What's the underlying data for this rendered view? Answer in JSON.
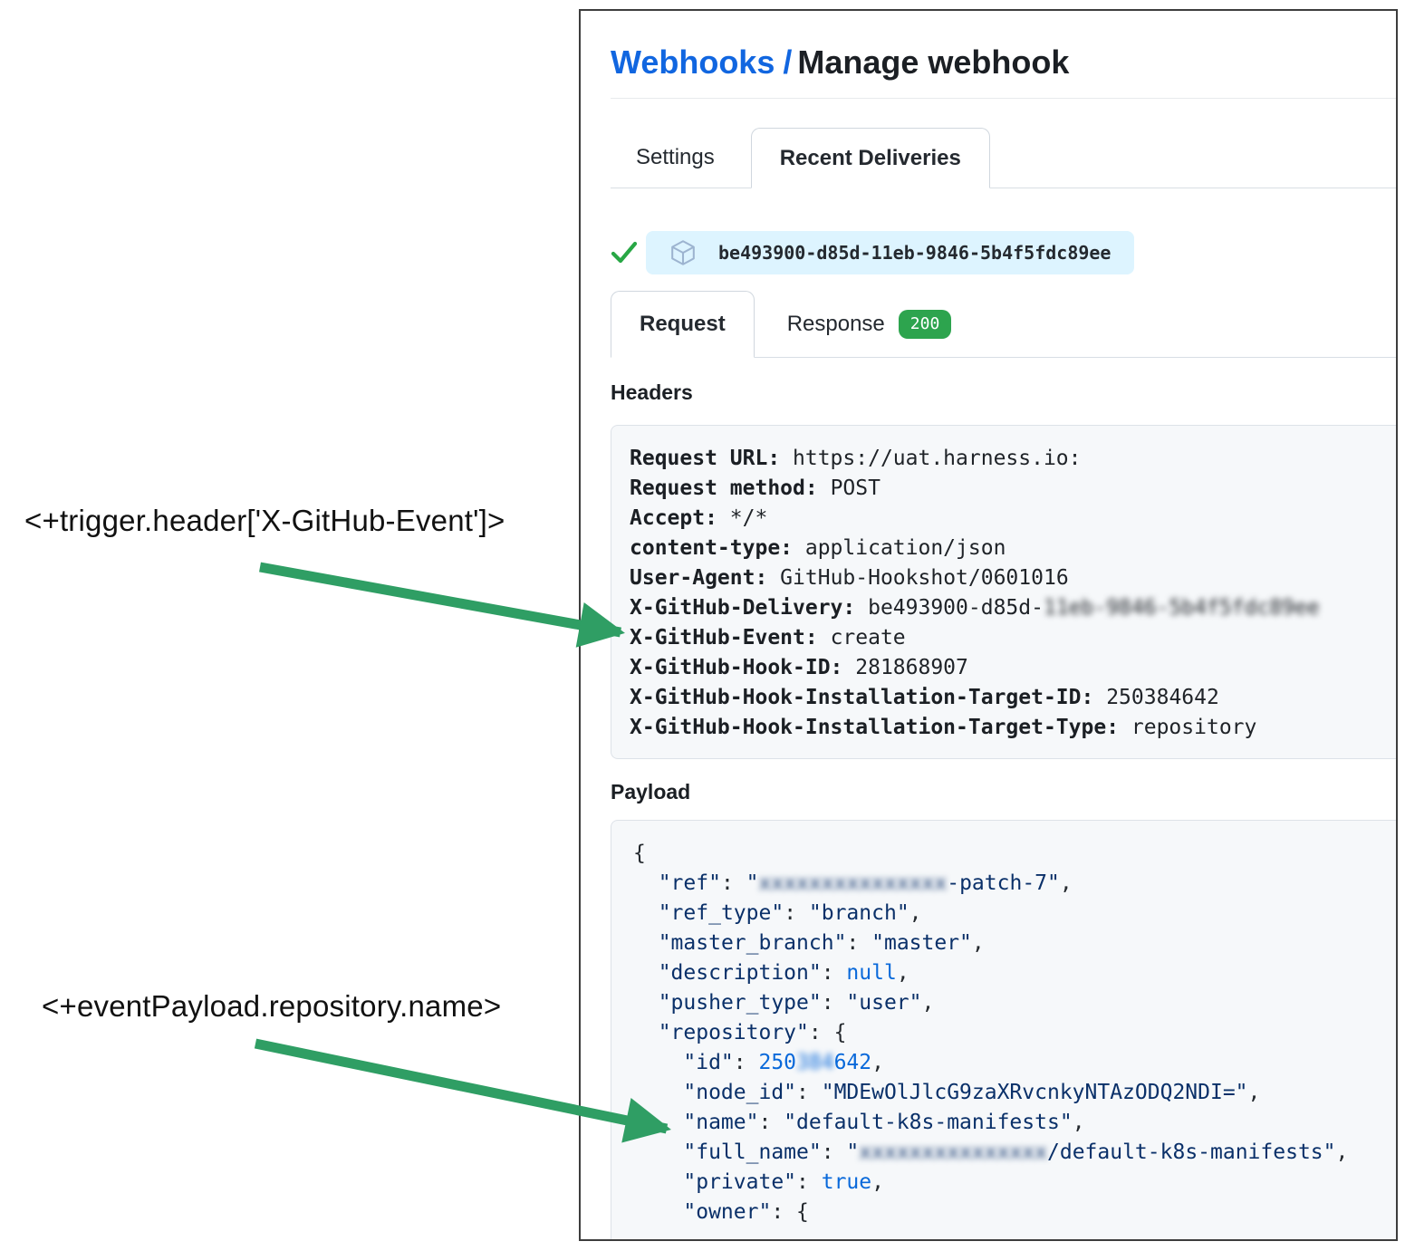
{
  "annotations": {
    "expr1": "<+trigger.header['X-GitHub-Event']>",
    "expr2": "<+eventPayload.repository.name>"
  },
  "panel": {
    "breadcrumb": {
      "link": "Webhooks",
      "separator": "/",
      "current": "Manage webhook"
    },
    "tabs": [
      {
        "label": "Settings",
        "active": false
      },
      {
        "label": "Recent Deliveries",
        "active": true
      }
    ],
    "delivery": {
      "status_icon": "check-icon",
      "item_icon": "package-icon",
      "guid": "be493900-d85d-11eb-9846-5b4f5fdc89ee"
    },
    "subtabs": [
      {
        "label": "Request",
        "active": true
      },
      {
        "label": "Response",
        "active": false,
        "badge": "200"
      }
    ],
    "headers_section": {
      "title": "Headers",
      "lines": [
        {
          "label": "Request URL:",
          "value": "https://uat.harness.io:"
        },
        {
          "label": "Request method:",
          "value": "POST"
        },
        {
          "label": "Accept:",
          "value": "*/*"
        },
        {
          "label": "content-type:",
          "value": "application/json"
        },
        {
          "label": "User-Agent:",
          "value": "GitHub-Hookshot/0601016"
        },
        {
          "label": "X-GitHub-Delivery:",
          "value": "be493900-d85d-",
          "redacted": "11eb-9846-5b4f5fdc89ee"
        },
        {
          "label": "X-GitHub-Event:",
          "value": "create"
        },
        {
          "label": "X-GitHub-Hook-ID:",
          "value": "281868907"
        },
        {
          "label": "X-GitHub-Hook-Installation-Target-ID:",
          "value": "250384642"
        },
        {
          "label": "X-GitHub-Hook-Installation-Target-Type:",
          "value": "repository"
        }
      ]
    },
    "payload_section": {
      "title": "Payload",
      "lines": [
        [
          {
            "t": "{",
            "c": "p"
          }
        ],
        [
          {
            "t": "  ",
            "c": "p"
          },
          {
            "t": "\"ref\"",
            "c": "k"
          },
          {
            "t": ": ",
            "c": "p"
          },
          {
            "t": "\"",
            "c": "k"
          },
          {
            "t": "xxxxxxxxxxxxxxx",
            "c": "k r"
          },
          {
            "t": "-patch-7\"",
            "c": "k"
          },
          {
            "t": ",",
            "c": "p"
          }
        ],
        [
          {
            "t": "  ",
            "c": "p"
          },
          {
            "t": "\"ref_type\"",
            "c": "k"
          },
          {
            "t": ": ",
            "c": "p"
          },
          {
            "t": "\"branch\"",
            "c": "k"
          },
          {
            "t": ",",
            "c": "p"
          }
        ],
        [
          {
            "t": "  ",
            "c": "p"
          },
          {
            "t": "\"master_branch\"",
            "c": "k"
          },
          {
            "t": ": ",
            "c": "p"
          },
          {
            "t": "\"master\"",
            "c": "k"
          },
          {
            "t": ",",
            "c": "p"
          }
        ],
        [
          {
            "t": "  ",
            "c": "p"
          },
          {
            "t": "\"description\"",
            "c": "k"
          },
          {
            "t": ": ",
            "c": "p"
          },
          {
            "t": "null",
            "c": "n"
          },
          {
            "t": ",",
            "c": "p"
          }
        ],
        [
          {
            "t": "  ",
            "c": "p"
          },
          {
            "t": "\"pusher_type\"",
            "c": "k"
          },
          {
            "t": ": ",
            "c": "p"
          },
          {
            "t": "\"user\"",
            "c": "k"
          },
          {
            "t": ",",
            "c": "p"
          }
        ],
        [
          {
            "t": "  ",
            "c": "p"
          },
          {
            "t": "\"repository\"",
            "c": "k"
          },
          {
            "t": ": {",
            "c": "p"
          }
        ],
        [
          {
            "t": "    ",
            "c": "p"
          },
          {
            "t": "\"id\"",
            "c": "k"
          },
          {
            "t": ": ",
            "c": "p"
          },
          {
            "t": "250",
            "c": "n"
          },
          {
            "t": "384",
            "c": "n r"
          },
          {
            "t": "642",
            "c": "n"
          },
          {
            "t": ",",
            "c": "p"
          }
        ],
        [
          {
            "t": "    ",
            "c": "p"
          },
          {
            "t": "\"node_id\"",
            "c": "k"
          },
          {
            "t": ": ",
            "c": "p"
          },
          {
            "t": "\"MDEwOlJlcG9zaXRvcnkyNTAzODQ2NDI=\"",
            "c": "k"
          },
          {
            "t": ",",
            "c": "p"
          }
        ],
        [
          {
            "t": "    ",
            "c": "p"
          },
          {
            "t": "\"name\"",
            "c": "k"
          },
          {
            "t": ": ",
            "c": "p"
          },
          {
            "t": "\"default-k8s-manifests\"",
            "c": "k"
          },
          {
            "t": ",",
            "c": "p"
          }
        ],
        [
          {
            "t": "    ",
            "c": "p"
          },
          {
            "t": "\"full_name\"",
            "c": "k"
          },
          {
            "t": ": ",
            "c": "p"
          },
          {
            "t": "\"",
            "c": "k"
          },
          {
            "t": "xxxxxxxxxxxxxxx",
            "c": "k r"
          },
          {
            "t": "/default-k8s-manifests\"",
            "c": "k"
          },
          {
            "t": ",",
            "c": "p"
          }
        ],
        [
          {
            "t": "    ",
            "c": "p"
          },
          {
            "t": "\"private\"",
            "c": "k"
          },
          {
            "t": ": ",
            "c": "p"
          },
          {
            "t": "true",
            "c": "n"
          },
          {
            "t": ",",
            "c": "p"
          }
        ],
        [
          {
            "t": "    ",
            "c": "p"
          },
          {
            "t": "\"owner\"",
            "c": "k"
          },
          {
            "t": ": {",
            "c": "p"
          }
        ]
      ]
    }
  },
  "colors": {
    "link_blue": "#1166e0",
    "arrow_green": "#2f9e64",
    "check_green": "#28a745",
    "badge_green": "#2da44e",
    "pill_blue_bg": "#ddf4ff",
    "codebox_bg": "#f6f8fa",
    "border_gray": "#d0d7de",
    "json_key": "#0a3069",
    "json_literal": "#0969da",
    "text_dark": "#1f2328"
  }
}
